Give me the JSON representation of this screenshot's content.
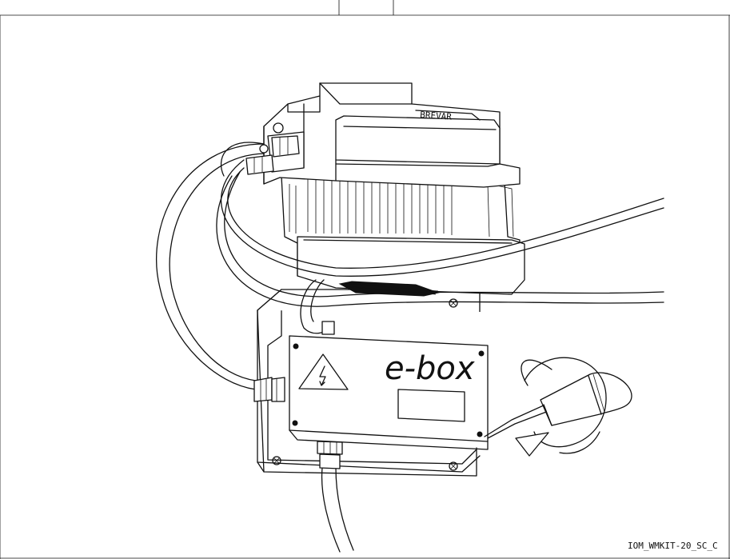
{
  "figure": {
    "label": "e-box",
    "brand_mark": "BREVAR",
    "drawing_code": "IOM_WMKIT-20_SC_C"
  },
  "colors": {
    "line": "#111111",
    "background": "#ffffff"
  }
}
